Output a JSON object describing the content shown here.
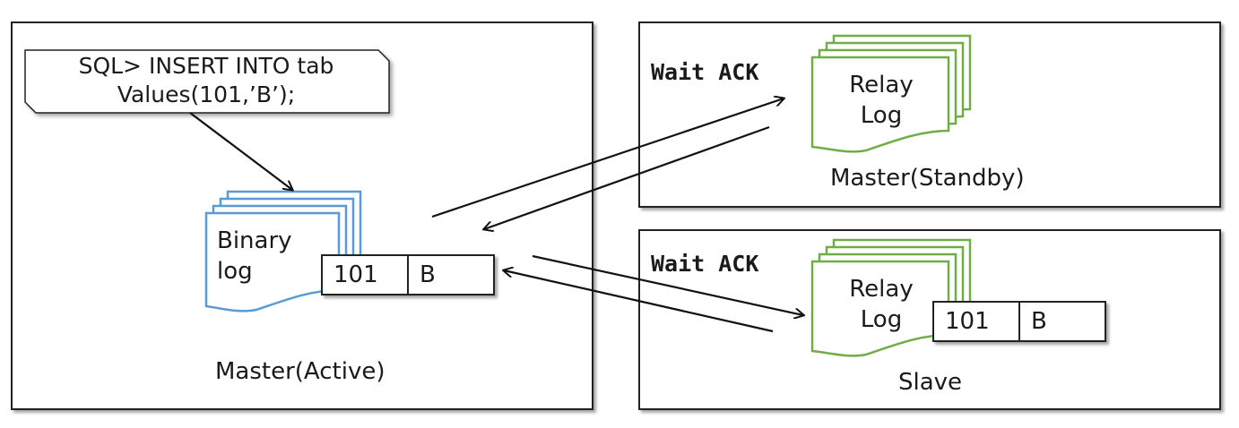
{
  "colors": {
    "binary_log": "#5b9bd5",
    "relay_log": "#70ad47",
    "border": "#222222"
  },
  "active": {
    "sql_line1": "SQL> INSERT INTO tab",
    "sql_line2": "Values(101,’B’);",
    "binlog_line1": "Binary",
    "binlog_line2": "log",
    "record": {
      "id": "101",
      "value": "B"
    },
    "caption": "Master(Active)"
  },
  "standby": {
    "wait": "Wait ACK",
    "relay_line1": "Relay",
    "relay_line2": "Log",
    "caption": "Master(Standby)"
  },
  "slave": {
    "wait": "Wait ACK",
    "relay_line1": "Relay",
    "relay_line2": "Log",
    "record": {
      "id": "101",
      "value": "B"
    },
    "caption": "Slave"
  }
}
